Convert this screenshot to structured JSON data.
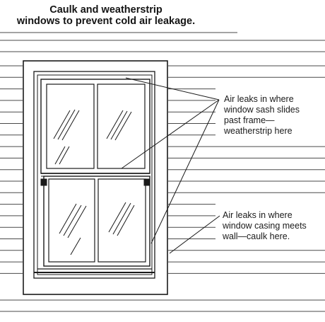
{
  "title": {
    "line1": "Caulk and weatherstrip",
    "line2": "windows to prevent cold air leakage."
  },
  "callouts": [
    {
      "lines": [
        "Air leaks in where",
        "window sash slides",
        "past frame—",
        "weatherstrip here"
      ]
    },
    {
      "lines": [
        "Air leaks in where",
        "window casing meets",
        "wall—caulk here."
      ]
    }
  ],
  "colors": {
    "ink": "#1a1a1a",
    "siding": "#4a4a4a",
    "background": "#ffffff"
  }
}
